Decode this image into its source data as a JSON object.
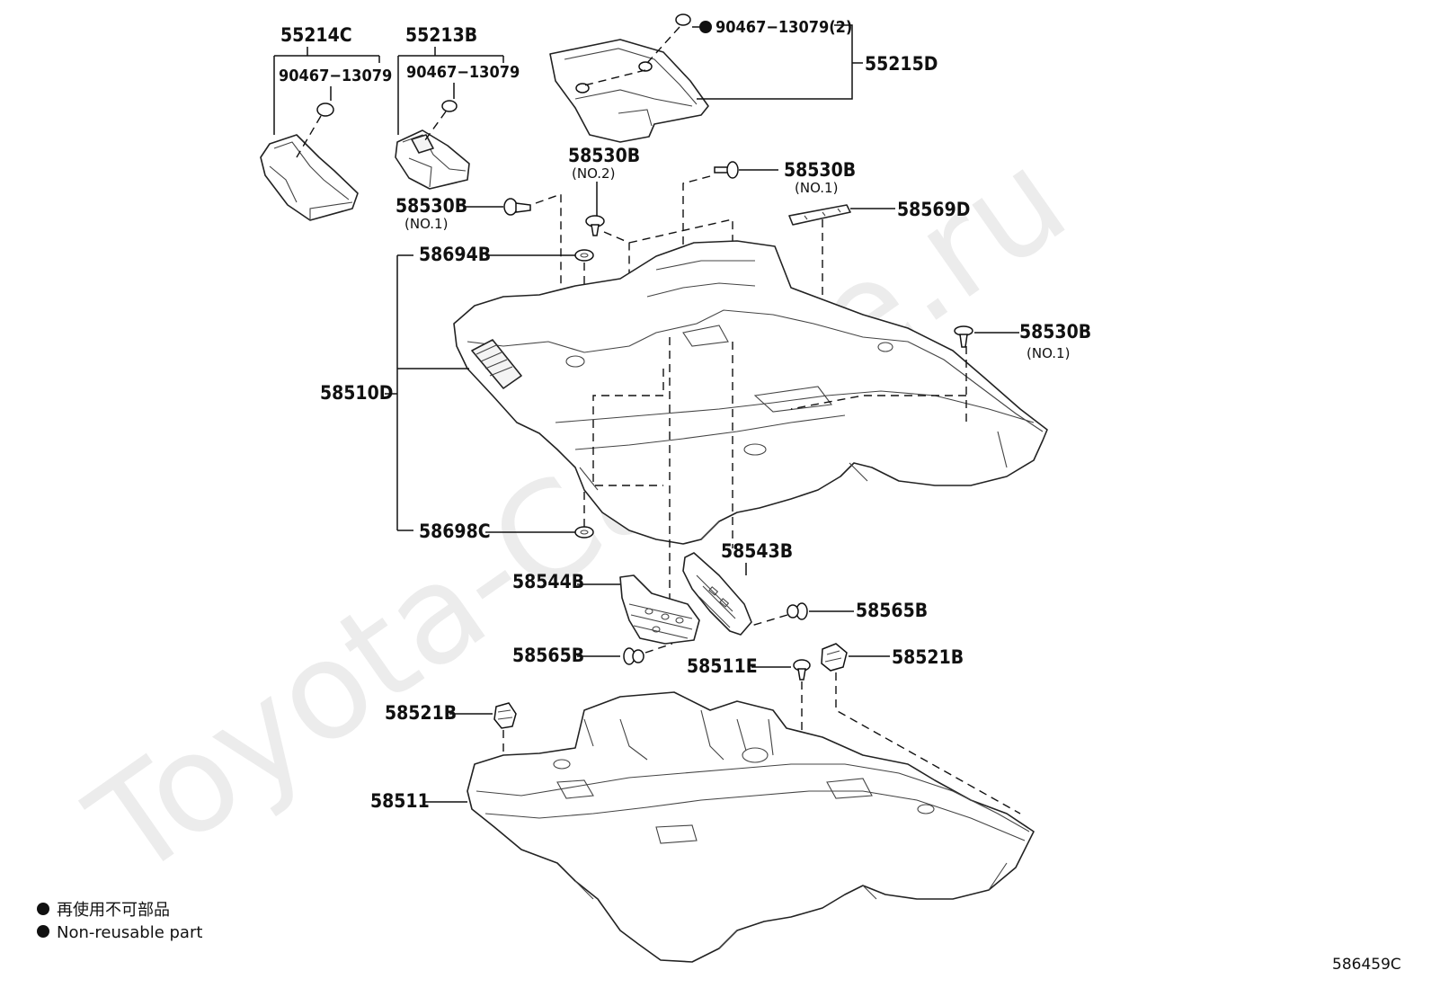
{
  "diagram_code": "586459C",
  "watermark": "Toyota-Carline.ru",
  "legend": {
    "line_jp": "再使用不可部品",
    "line_en": "Non-reusable part"
  },
  "labels": {
    "p55214C": "55214C",
    "p55214C_sub": "90467−13079",
    "p55213B": "55213B",
    "p55213B_sub": "90467−13079",
    "p90467_top": "90467−13079(2)",
    "p55215D": "55215D",
    "p58530B_no2": "58530B",
    "no2": "(NO.2)",
    "p58530B_left": "58530B",
    "no1_left": "(NO.1)",
    "p58530B_topright": "58530B",
    "no1_topright": "(NO.1)",
    "p58569D": "58569D",
    "p58694B": "58694B",
    "p58530B_right": "58530B",
    "no1_right": "(NO.1)",
    "p58510D": "58510D",
    "p58698C": "58698C",
    "p58543B": "58543B",
    "p58544B": "58544B",
    "p58565B_right": "58565B",
    "p58565B_left": "58565B",
    "p58511E": "58511E",
    "p58521B_right": "58521B",
    "p58521B_left": "58521B",
    "p58511": "58511"
  }
}
